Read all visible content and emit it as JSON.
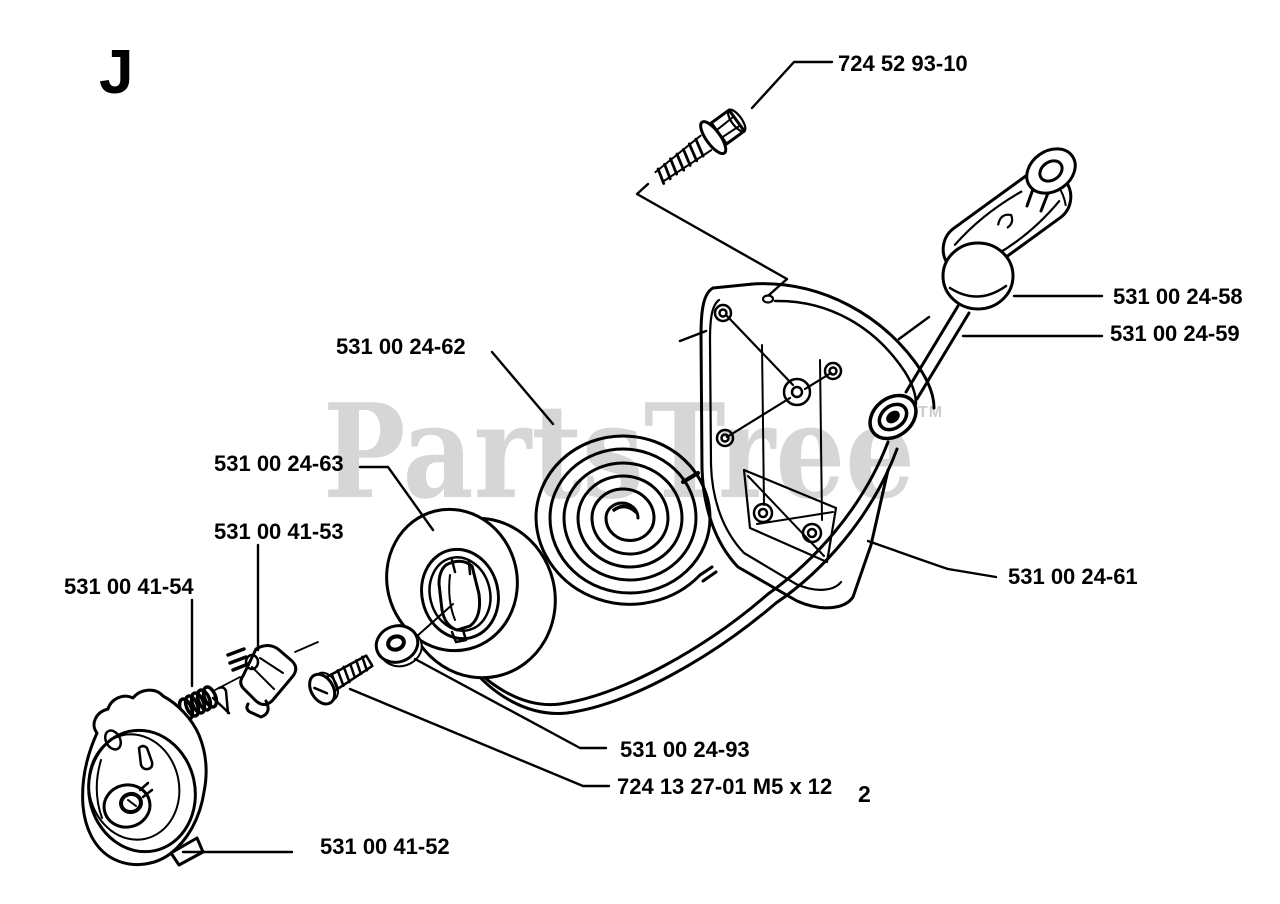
{
  "figure": {
    "letter": "J"
  },
  "watermark": {
    "text": "PartsTree",
    "tm": "TM"
  },
  "part_labels": {
    "top_screw": "724 52 93-10",
    "handle": "531 00 24-58",
    "rope": "531 00 24-59",
    "recoil_spring": "531 00 24-62",
    "pulley": "531 00 24-63",
    "pawl": "531 00 41-53",
    "pawl_spring": "531 00 41-54",
    "housing": "531 00 24-61",
    "washer": "531 00 24-93",
    "screw": "724 13 27-01 M5 x 12",
    "screw_qty": "2",
    "starter_cup": "531 00 41-52"
  },
  "colors": {
    "line": "#000000",
    "background": "#ffffff",
    "watermark": "#d6d6d6"
  }
}
